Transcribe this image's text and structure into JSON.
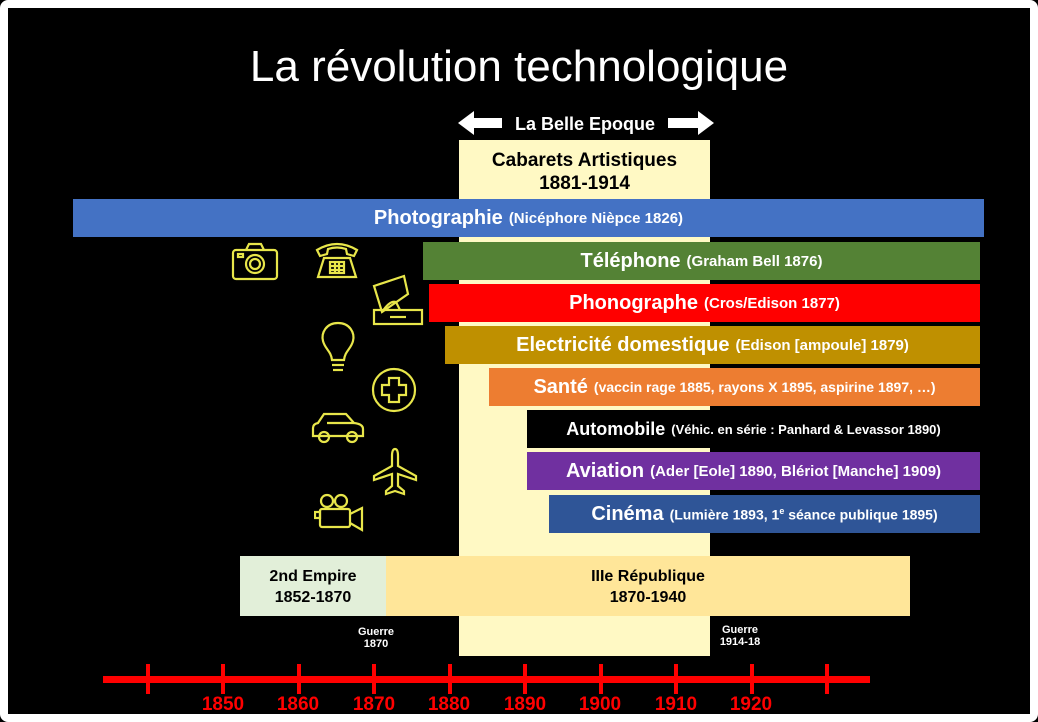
{
  "title": "La révolution technologique",
  "belle_epoque": "La Belle Epoque",
  "cabarets": {
    "name": "Cabarets Artistiques",
    "years": "1881-1914"
  },
  "bars": [
    {
      "name": "Photographie",
      "detail": "(Nicéphore Nièpce 1826)",
      "color": "#4472c4"
    },
    {
      "name": "Téléphone",
      "detail": "(Graham Bell 1876)",
      "color": "#548235"
    },
    {
      "name": "Phonographe",
      "detail": "(Cros/Edison 1877)",
      "color": "#ff0000"
    },
    {
      "name": "Electricité domestique",
      "detail": "(Edison [ampoule] 1879)",
      "color": "#bf9000"
    },
    {
      "name": "Santé",
      "detail": "(vaccin rage 1885, rayons X 1895, aspirine 1897, …)",
      "color": "#ed7d31"
    },
    {
      "name": "Automobile",
      "detail": "(Véhic. en série : Panhard & Levassor 1890)",
      "color": "#000000"
    },
    {
      "name": "Aviation",
      "detail": "(Ader [Eole] 1890, Blériot [Manche] 1909)",
      "color": "#7030a0"
    },
    {
      "name": "Cinéma",
      "detail_pre": "(Lumière 1893, 1",
      "detail_sup": "e",
      "detail_post": " séance publique 1895)",
      "color": "#2f5597"
    }
  ],
  "regimes": [
    {
      "name": "2nd Empire",
      "years": "1852-1870",
      "color": "#e2efd9"
    },
    {
      "name": "IIIe République",
      "years": "1870-1940",
      "color": "#ffe699"
    }
  ],
  "wars": [
    {
      "line1": "Guerre",
      "line2": "1870"
    },
    {
      "line1": "Guerre",
      "line2": "1914-18"
    }
  ],
  "years": [
    "1850",
    "1860",
    "1870",
    "1880",
    "1890",
    "1900",
    "1910",
    "1920"
  ],
  "icons": [
    "camera-icon",
    "telephone-icon",
    "gramophone-icon",
    "lightbulb-icon",
    "health-cross-icon",
    "car-icon",
    "airplane-icon",
    "movie-camera-icon"
  ],
  "colors": {
    "band": "#fff9c4",
    "axis": "#ff0000",
    "icons": "#e8e64a"
  }
}
